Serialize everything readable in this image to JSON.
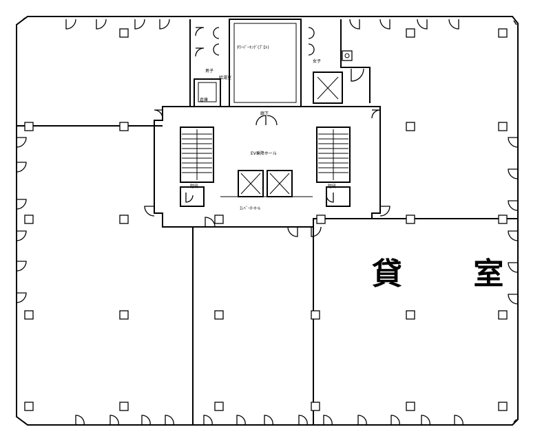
{
  "main_label": "貸 室",
  "labels": {
    "parking": "ﾀﾜｰﾊﾟｰｷﾝｸﾞ(ﾌﾟﾛﾄ)",
    "corridor": "廊下",
    "elevator_hall": "EV乗降ホール",
    "elevator_row": "ｴﾚﾍﾞｰﾀｰﾎｰﾙ",
    "stair_left": "階段",
    "stair_right": "階段",
    "wc_male": "男子",
    "wc_female": "女子",
    "storage": "倉庫",
    "pantry": "給湯室"
  },
  "colors": {
    "line": "#000000",
    "background": "#ffffff"
  }
}
